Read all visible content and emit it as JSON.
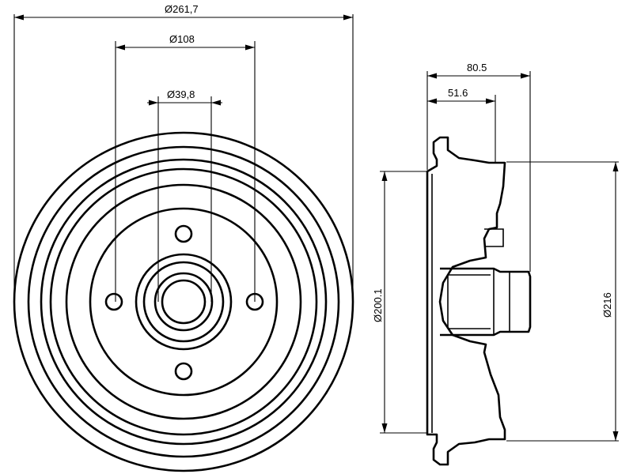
{
  "front_view": {
    "dim_outer_diameter": "Ø261,7",
    "dim_bolt_circle": "Ø108",
    "dim_center_bore": "Ø39,8"
  },
  "side_view": {
    "dim_total_height": "80.5",
    "dim_inner_height": "51.6",
    "dim_drum_diameter": "Ø200.1",
    "dim_outer_rim_diameter": "Ø216"
  },
  "colors": {
    "line": "#000000",
    "background": "#ffffff"
  }
}
